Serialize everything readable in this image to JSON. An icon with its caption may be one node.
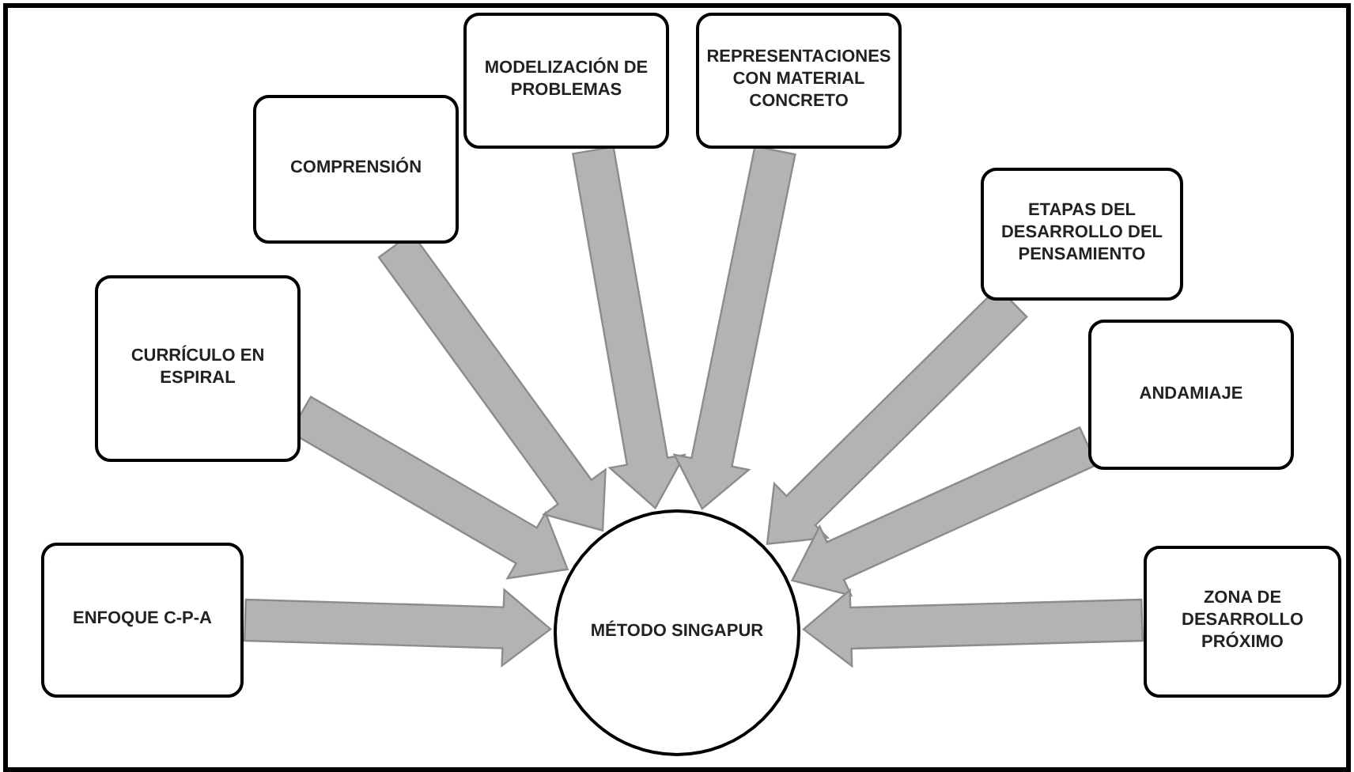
{
  "diagram": {
    "nodes": [
      {
        "text": [
          "ENFOQUE C-P-A"
        ]
      },
      {
        "text": [
          "CURRÍCULO EN ESPIRAL"
        ]
      },
      {
        "text": [
          "COMPRENSIÓN"
        ]
      },
      {
        "text": [
          "MODELIZACIÓN DE PROBLEMAS"
        ]
      },
      {
        "text": [
          "REPRESENTACIONES CON MATERIAL CONCRETO"
        ]
      },
      {
        "text": [
          "ETAPAS DEL DESARROLLO DEL PENSAMIENTO"
        ]
      },
      {
        "text": [
          "ANDAMIAJE"
        ]
      },
      {
        "text": [
          "ZONA DE DESARROLLO PRÓXIMO"
        ]
      },
      {
        "text": [
          "MÉTODO SINGAPUR"
        ]
      }
    ],
    "edges": [
      {
        "from": 0,
        "to": 8,
        "arrow": "to"
      },
      {
        "from": 1,
        "to": 8,
        "arrow": "to"
      },
      {
        "from": 2,
        "to": 8,
        "arrow": "to"
      },
      {
        "from": 3,
        "to": 8,
        "arrow": "to"
      },
      {
        "from": 4,
        "to": 8,
        "arrow": "to"
      },
      {
        "from": 5,
        "to": 8,
        "arrow": "to"
      },
      {
        "from": 6,
        "to": 8,
        "arrow": "to"
      },
      {
        "from": 7,
        "to": 8,
        "arrow": "to"
      }
    ]
  }
}
